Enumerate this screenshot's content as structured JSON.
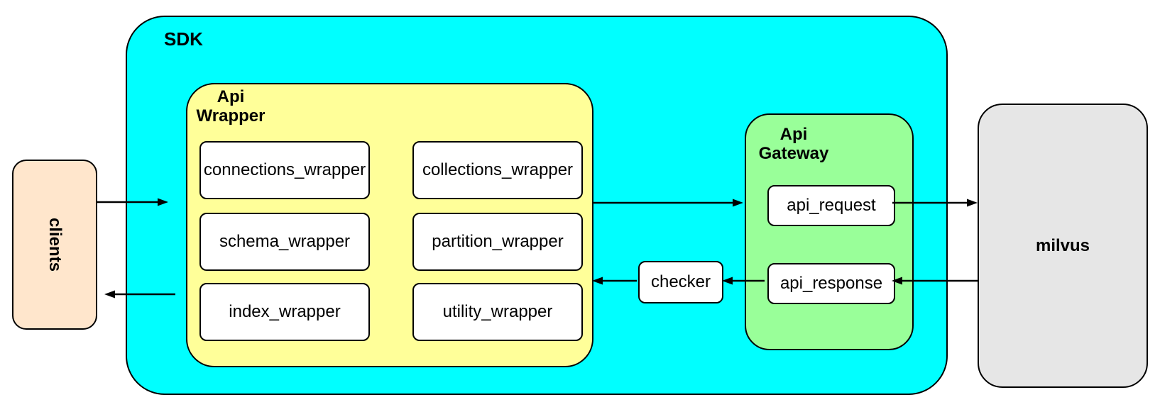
{
  "palette": {
    "sdk_fill": "#00ffff",
    "api_wrapper_fill": "#ffff99",
    "api_gateway_fill": "#99ff99",
    "clients_fill": "#ffe6cc",
    "milvus_fill": "#e6e6e6",
    "inner_box_fill": "#ffffff",
    "stroke": "#000000"
  },
  "clients": {
    "label": "clients"
  },
  "sdk": {
    "label": "SDK"
  },
  "api_wrapper": {
    "label": [
      "Api",
      "Wrapper"
    ],
    "boxes": [
      "connections_wrapper",
      "collections_wrapper",
      "schema_wrapper",
      "partition_wrapper",
      "index_wrapper",
      "utility_wrapper"
    ]
  },
  "checker": {
    "label": "checker"
  },
  "api_gateway": {
    "label": [
      "Api",
      "Gateway"
    ],
    "request_label": "api_request",
    "response_label": "api_response"
  },
  "milvus": {
    "label": "milvus"
  },
  "connections": [
    {
      "from": "clients",
      "to": "SDK"
    },
    {
      "from": "Api Wrapper",
      "to": "Api Gateway"
    },
    {
      "from": "api_request",
      "to": "milvus"
    },
    {
      "from": "milvus",
      "to": "api_response"
    },
    {
      "from": "api_response",
      "to": "checker"
    },
    {
      "from": "checker",
      "to": "Api Wrapper"
    },
    {
      "from": "Api Wrapper",
      "to": "clients"
    }
  ]
}
